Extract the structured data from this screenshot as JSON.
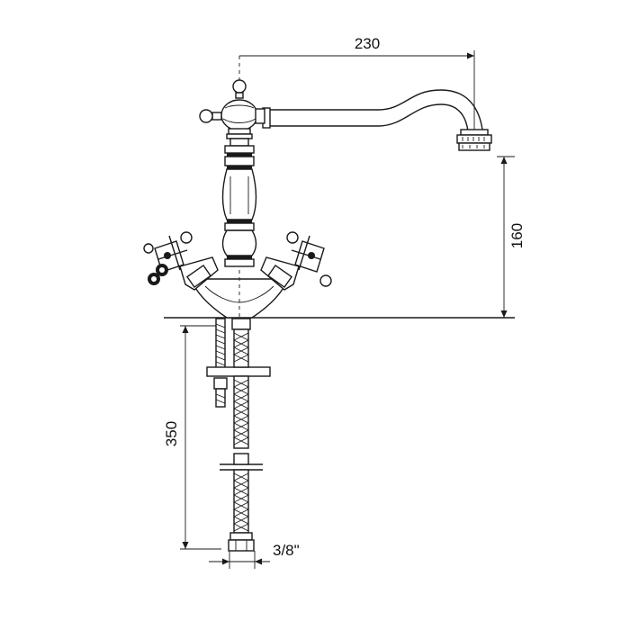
{
  "dimensions": {
    "spout_reach": "230",
    "spout_height": "160",
    "hose_length": "350",
    "connection_size": "3/8\""
  }
}
